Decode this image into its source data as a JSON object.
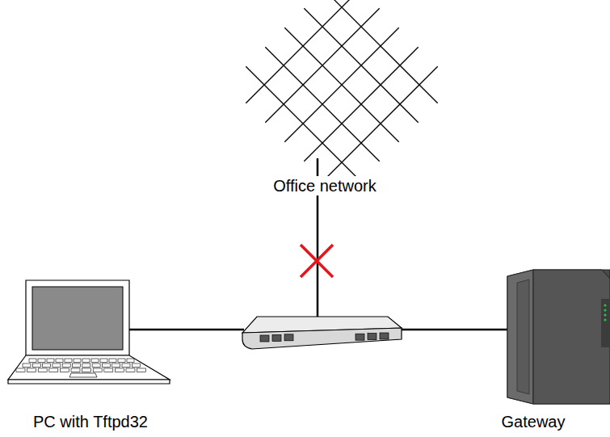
{
  "diagram": {
    "labels": [
      "Office network",
      "PC with Tftpd32",
      "Gateway"
    ]
  }
}
